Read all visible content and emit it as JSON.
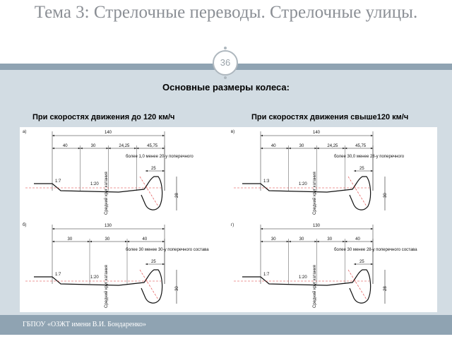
{
  "slide": {
    "title": "Тема 3: Стрелочные переводы. Стрелочные улицы.",
    "number": "36",
    "subtitle": "Основные размеры колеса:",
    "captions": {
      "left": "При скоростях движения до 120 км/ч",
      "right": "При скоростях движения свыше120 км/ч"
    },
    "footer": "ГБПОУ «ОЗЖТ имени В.И. Бондаренко»"
  },
  "drawings": {
    "panels": [
      {
        "letter": "а)",
        "total": "140",
        "dims": [
          "40",
          "30",
          "24,25",
          "45,75"
        ],
        "note": "более 1,0 менее 20-у поперечного",
        "flange_width": "25",
        "slopes": [
          "1:7",
          "1:20"
        ],
        "height": "28",
        "circle_label": "Средний круг катания"
      },
      {
        "letter": "в)",
        "total": "140",
        "dims": [
          "40",
          "30",
          "24,25",
          "45,75"
        ],
        "note": "более 30,0 менее 28-у поперечного",
        "flange_width": "25",
        "slopes": [
          "1:3",
          "1:20"
        ],
        "height": "30",
        "circle_label": "Средний круг катания"
      },
      {
        "letter": "б)",
        "total": "130",
        "dims": [
          "30",
          "30",
          "40"
        ],
        "note": "более 30 менее 30-у поперечного состава",
        "flange_width": "25",
        "slopes": [
          "1:7",
          "1:20"
        ],
        "height": "30",
        "circle_label": "Средний круг катания"
      },
      {
        "letter": "г)",
        "total": "130",
        "dims": [
          "30",
          "30",
          "30",
          "40"
        ],
        "note": "более 30 менее 28-у поперечного состава",
        "flange_width": "25",
        "slopes": [
          "1:7",
          "1:20"
        ],
        "height": "28",
        "circle_label": "Средний круг катания"
      }
    ]
  }
}
